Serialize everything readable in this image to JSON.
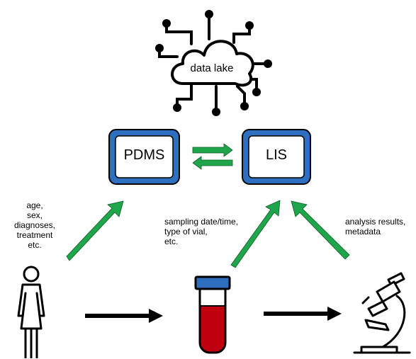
{
  "cloud": {
    "label": "data lake"
  },
  "systems": {
    "left": "PDMS",
    "right": "LIS"
  },
  "patient_info": {
    "lines": [
      "age,",
      "sex,",
      "diagnoses,",
      "treatment",
      "etc."
    ]
  },
  "sample_info": {
    "lines": [
      "sampling date/time,",
      "type of vial,",
      "etc."
    ]
  },
  "analysis_info": {
    "lines": [
      "analysis results,",
      "metadata"
    ]
  },
  "colors": {
    "box_outer": "#2F6FC0",
    "arrow_green": "#1FA54A",
    "tube_top": "#2F6FC0",
    "blood": "#C0000F"
  }
}
